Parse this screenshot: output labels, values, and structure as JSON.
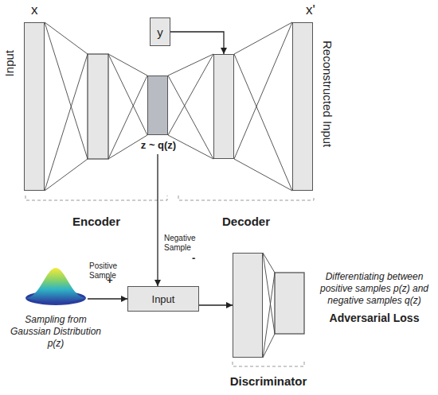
{
  "diagram": {
    "nodes": [
      {
        "text": [
          "x",
          "Input"
        ]
      },
      {
        "text": [
          "y"
        ]
      },
      {
        "text": [
          "z ~ q(z)"
        ]
      },
      {
        "text": []
      },
      {
        "text": [
          "x'",
          "Reconstructed Input"
        ]
      },
      {
        "text": [
          "Sampling from Gaussian Distribution p(z)"
        ]
      },
      {
        "text": [
          "Input"
        ]
      },
      {
        "text": [
          "Discriminator"
        ]
      }
    ],
    "edges": [
      {
        "from": 1,
        "to": 3,
        "arrow": "to"
      },
      {
        "from": 2,
        "to": 6,
        "label": "Negative Sample",
        "arrow": "to"
      },
      {
        "from": 5,
        "to": 6,
        "label": "Positive Sample",
        "arrow": "to"
      },
      {
        "from": 6,
        "to": 7,
        "arrow": "to"
      }
    ],
    "labels": [
      "Encoder",
      "Decoder",
      "-",
      "+",
      "Differentiating between positive samples p(z) and negative samples q(z)",
      "Adversarial Loss"
    ]
  }
}
